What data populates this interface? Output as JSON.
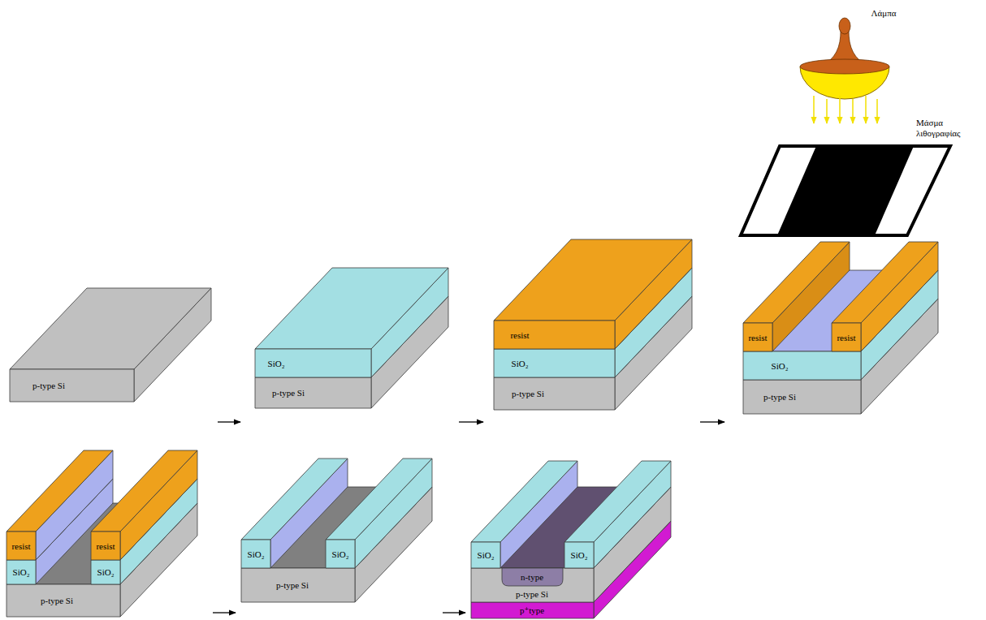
{
  "diagram": {
    "labels": [
      "Λάμπα",
      "Μάσμα λιθογραφίας",
      "p-type Si",
      "SiO₂",
      "p-type Si",
      "resist",
      "SiO₂",
      "p-type Si",
      "resist",
      "resist",
      "SiO₂",
      "p-type Si",
      "resist",
      "resist",
      "SiO₂",
      "SiO₂",
      "p-type Si",
      "SiO₂",
      "SiO₂",
      "p-type Si",
      "SiO₂",
      "SiO₂",
      "n-type",
      "p-type Si",
      "p⁺type"
    ]
  }
}
